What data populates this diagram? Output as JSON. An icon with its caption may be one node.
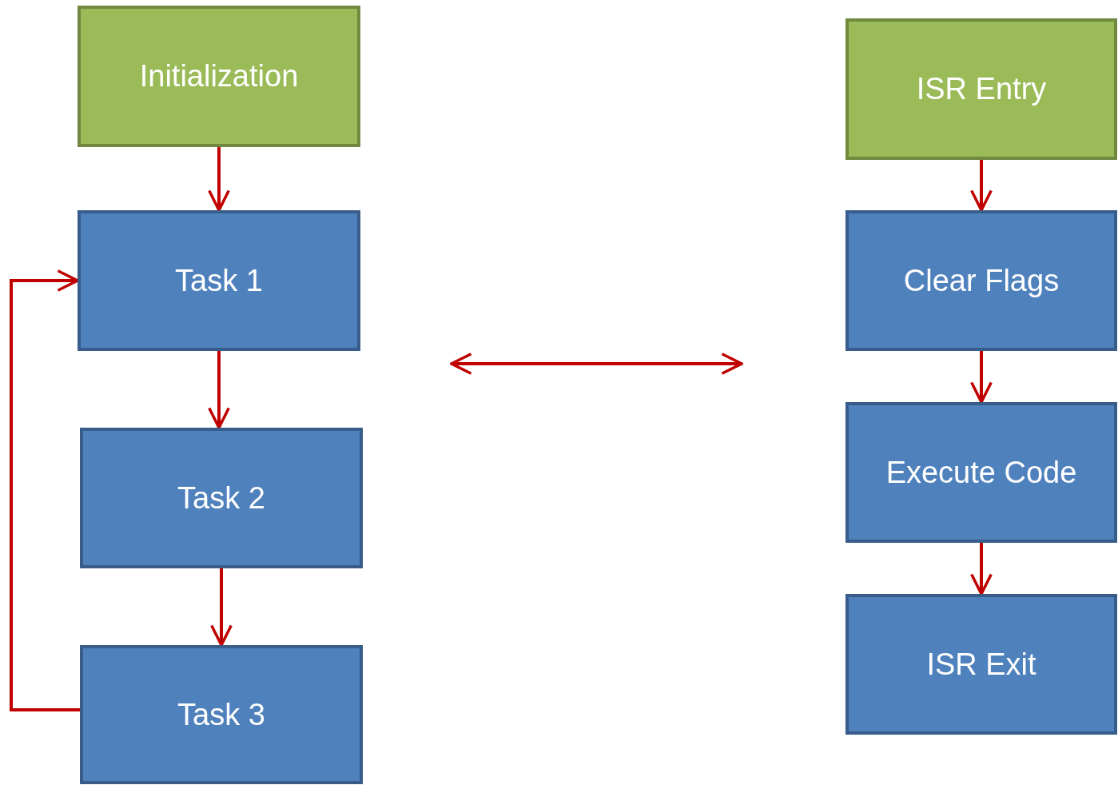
{
  "diagram": {
    "nodes": [
      {
        "text": [
          "Initialization"
        ]
      },
      {
        "text": [
          "Task 1"
        ]
      },
      {
        "text": [
          "Task 2"
        ]
      },
      {
        "text": [
          "Task 3"
        ]
      },
      {
        "text": [
          "ISR Entry"
        ]
      },
      {
        "text": [
          "Clear Flags"
        ]
      },
      {
        "text": [
          "Execute Code"
        ]
      },
      {
        "text": [
          "ISR Exit"
        ]
      }
    ],
    "edges": [
      {
        "from": 0,
        "to": 1,
        "arrow": "to"
      },
      {
        "from": 1,
        "to": 2,
        "arrow": "to"
      },
      {
        "from": 2,
        "to": 3,
        "arrow": "to"
      },
      {
        "from": 3,
        "to": 1,
        "arrow": "to"
      },
      {
        "from": 4,
        "to": 5,
        "arrow": "to"
      },
      {
        "from": 5,
        "to": 6,
        "arrow": "to"
      },
      {
        "from": 6,
        "to": 7,
        "arrow": "to"
      }
    ]
  }
}
